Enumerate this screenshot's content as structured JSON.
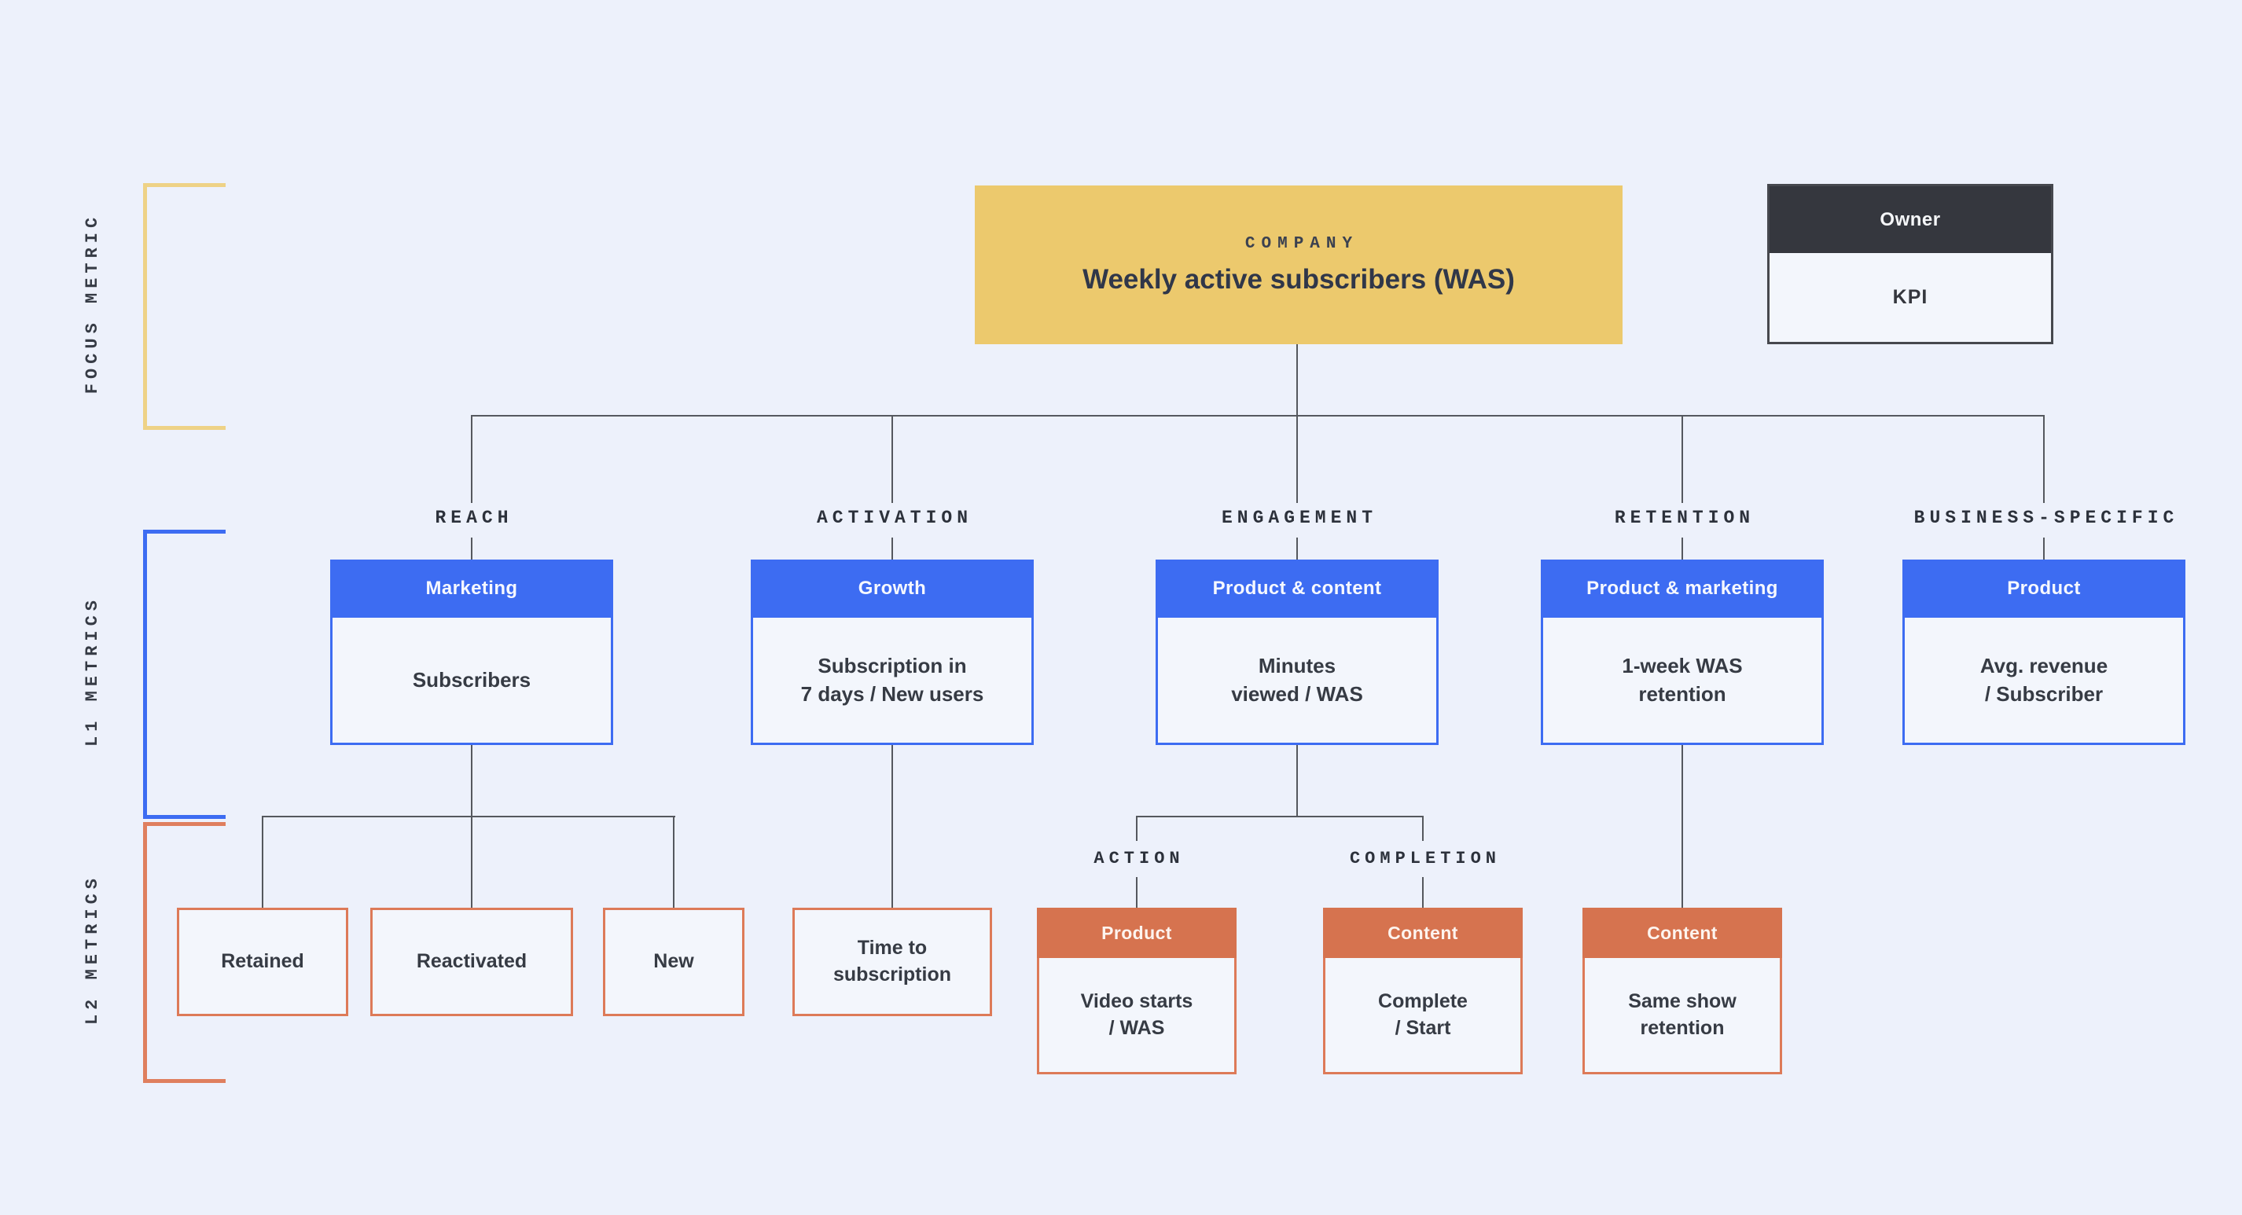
{
  "page": {
    "background_color": "#edf1fb",
    "connector_color": "#55585e"
  },
  "colors": {
    "accent_blue": "#3d6cf2",
    "accent_orange_header": "#d6734f",
    "accent_orange_border": "#dd7a58",
    "accent_yellow": "#ecc96d",
    "bracket_yellow": "#eed286",
    "bracket_blue": "#3d6cf2",
    "bracket_orange": "#df7f5e",
    "legend_dark": "#35373e",
    "card_body_bg": "#f3f6fc"
  },
  "sections": {
    "focus_label": "FOCUS METRIC",
    "l1_label": "L1 METRICS",
    "l2_label": "L2 METRICS"
  },
  "focus_metric": {
    "kicker": "COMPANY",
    "title": "Weekly active subscribers (WAS)"
  },
  "legend": {
    "header": "Owner",
    "body": "KPI"
  },
  "columns": [
    {
      "label": "REACH",
      "owner": "Marketing",
      "kpi": "Subscribers"
    },
    {
      "label": "ACTIVATION",
      "owner": "Growth",
      "kpi": "Subscription in\n7 days / New users"
    },
    {
      "label": "ENGAGEMENT",
      "owner": "Product & content",
      "kpi": "Minutes\nviewed / WAS"
    },
    {
      "label": "RETENTION",
      "owner": "Product & marketing",
      "kpi": "1-week WAS\nretention"
    },
    {
      "label": "BUSINESS-SPECIFIC",
      "owner": "Product",
      "kpi": "Avg. revenue\n/ Subscriber"
    }
  ],
  "l2": {
    "reach_children": [
      "Retained",
      "Reactivated",
      "New"
    ],
    "activation_child": "Time to\nsubscription",
    "engagement_children": [
      {
        "label": "ACTION",
        "owner": "Product",
        "kpi": "Video starts\n/ WAS"
      },
      {
        "label": "COMPLETION",
        "owner": "Content",
        "kpi": "Complete\n/ Start"
      }
    ],
    "retention_child": {
      "owner": "Content",
      "kpi": "Same show\nretention"
    }
  }
}
